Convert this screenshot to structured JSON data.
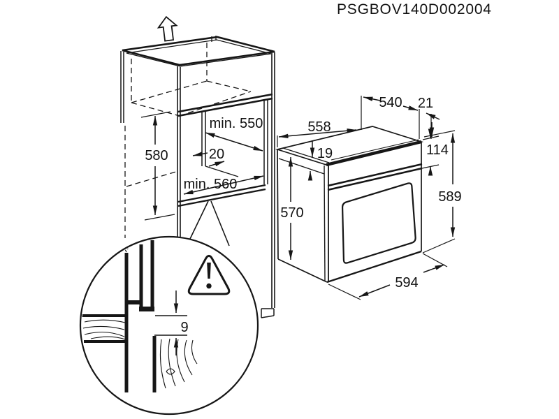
{
  "title": "PSGBOV140D002004",
  "colors": {
    "line": "#161616",
    "background": "#ffffff"
  },
  "cabinet": {
    "niche_height": "580",
    "niche_depth": "min. 550",
    "rear_gap": "20",
    "niche_width": "min. 560"
  },
  "oven": {
    "rear_width": "540",
    "rear_offset": "21",
    "depth": "558",
    "top_lip": "19",
    "control_panel_height": "114",
    "front_height": "589",
    "body_height": "570",
    "width": "594"
  },
  "detail": {
    "door_gap": "9"
  }
}
